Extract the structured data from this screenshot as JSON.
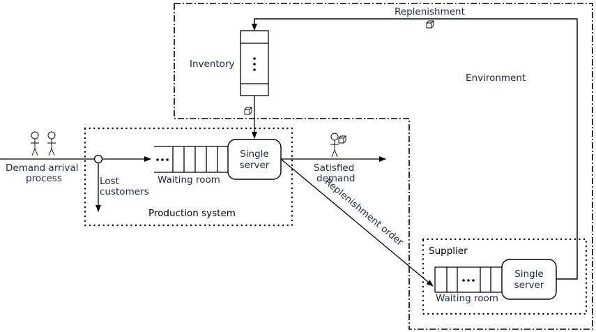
{
  "environment": {
    "label": "Environment",
    "replenishment_label": "Replenishment"
  },
  "inventory": {
    "label": "Inventory"
  },
  "production_system": {
    "label": "Production system",
    "demand_label_line1": "Demand arrival",
    "demand_label_line2": "process",
    "lost_label_line1": "Lost",
    "lost_label_line2": "customers",
    "waiting_room_label": "Waiting room",
    "server_label_line1": "Single",
    "server_label_line2": "server",
    "satisfied_label_line1": "Satisfied",
    "satisfied_label_line2": "demand"
  },
  "replenishment_order_label": "Replenishment order",
  "supplier": {
    "label": "Supplier",
    "waiting_room_label": "Waiting room",
    "server_label_line1": "Single",
    "server_label_line2": "server"
  },
  "icons": [
    "person-icon",
    "package-icon"
  ],
  "colors": {
    "text": "#1a2a4a",
    "lines": "#000000"
  }
}
